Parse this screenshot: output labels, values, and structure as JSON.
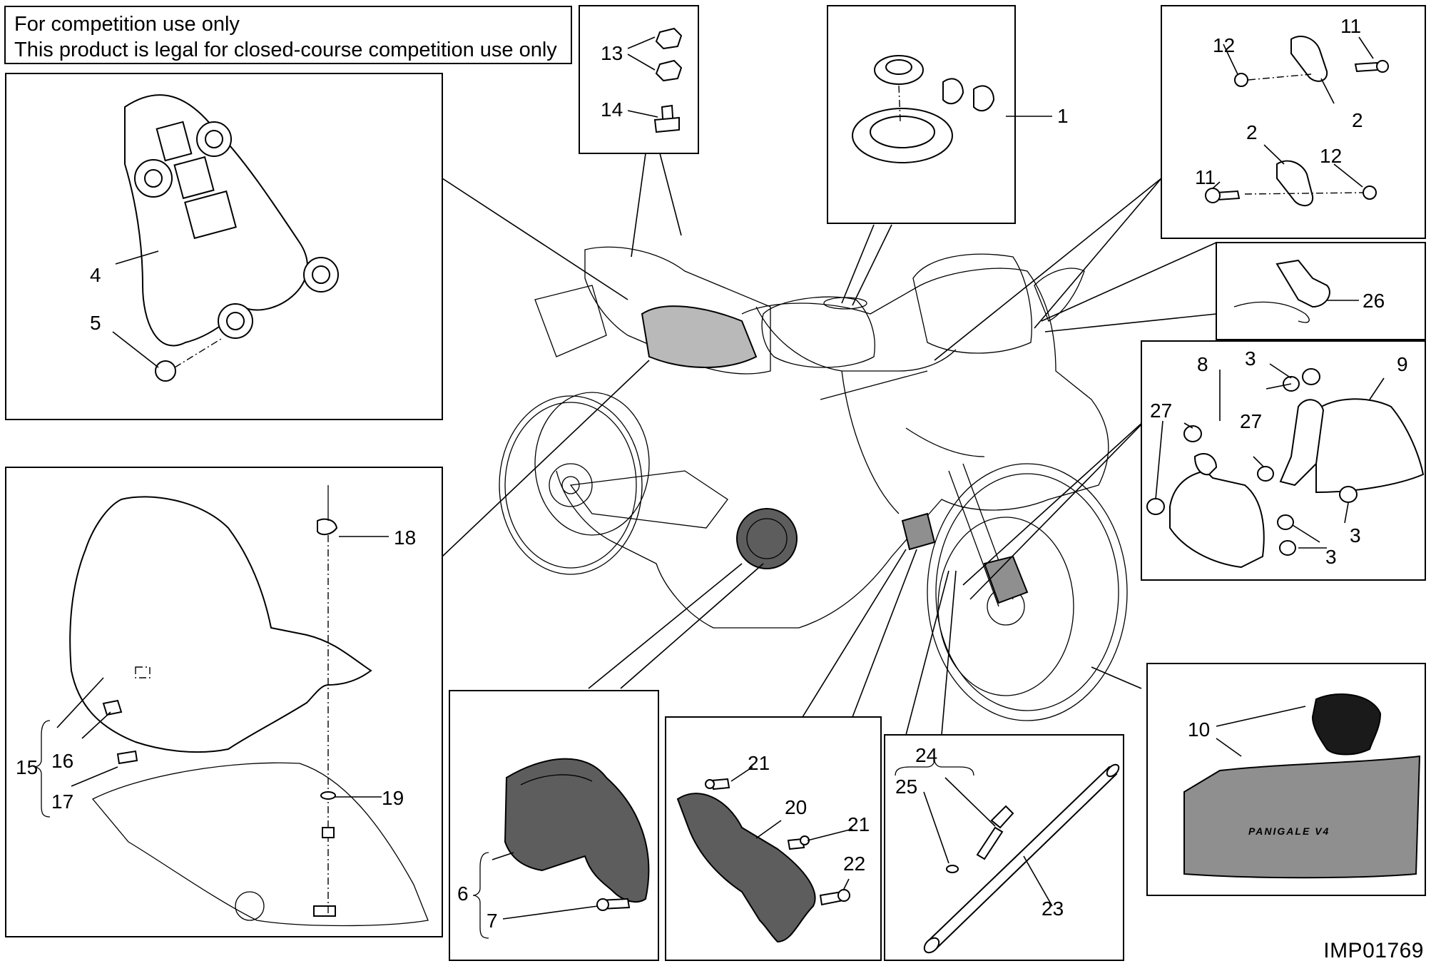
{
  "notice": {
    "line1": "For competition use only",
    "line2": "This product is legal for closed-course competition use only"
  },
  "reference_code": "IMP01769",
  "callouts": {
    "c1": "1",
    "c2a": "2",
    "c2b": "2",
    "c3a": "3",
    "c3b": "3",
    "c3c": "3",
    "c4": "4",
    "c5": "5",
    "c6": "6",
    "c7": "7",
    "c8": "8",
    "c9": "9",
    "c10": "10",
    "c11a": "11",
    "c11b": "11",
    "c12a": "12",
    "c12b": "12",
    "c13": "13",
    "c14": "14",
    "c15": "15",
    "c16": "16",
    "c17": "17",
    "c18": "18",
    "c19": "19",
    "c20": "20",
    "c21a": "21",
    "c21b": "21",
    "c22": "22",
    "c23": "23",
    "c24": "24",
    "c25": "25",
    "c26": "26",
    "c27a": "27",
    "c27b": "27"
  },
  "cover_text": "PANIGALE V4",
  "colors": {
    "line": "#000000",
    "fill_dark": "#5d5d5d",
    "fill_grey": "#8f8f8f",
    "fill_light": "#b9b9b9"
  }
}
